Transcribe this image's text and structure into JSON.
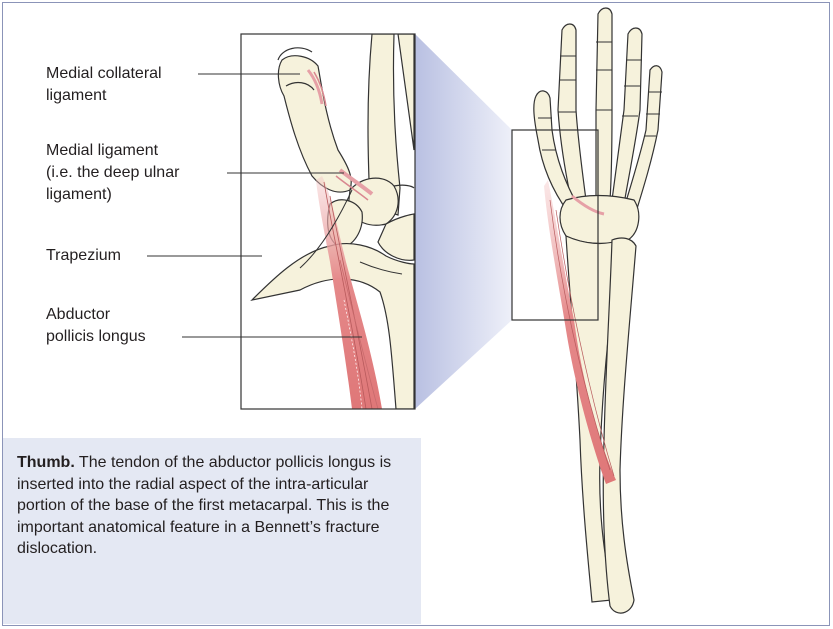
{
  "labels": {
    "medial_collateral": "Medial collateral\nligament",
    "medial_ligament": "Medial ligament\n(i.e. the deep ulnar\nligament)",
    "trapezium": "Trapezium",
    "abductor": "Abductor\npollicis longus"
  },
  "caption": {
    "title": "Thumb.",
    "text": " The tendon of the abductor pollicis longus is inserted into the radial aspect of the intra-articular portion of the base of the first metacarpal. This is the important anatomical feature in a Bennett’s fracture dislocation."
  },
  "colors": {
    "bone_fill": "#f6f2dc",
    "bone_stroke": "#3a3a3a",
    "muscle": "#e07c7c",
    "ligament": "#e6a0a6",
    "zoom_band": "#c7cde8",
    "caption_bg": "#e4e8f3",
    "frame": "#8b94b8"
  }
}
